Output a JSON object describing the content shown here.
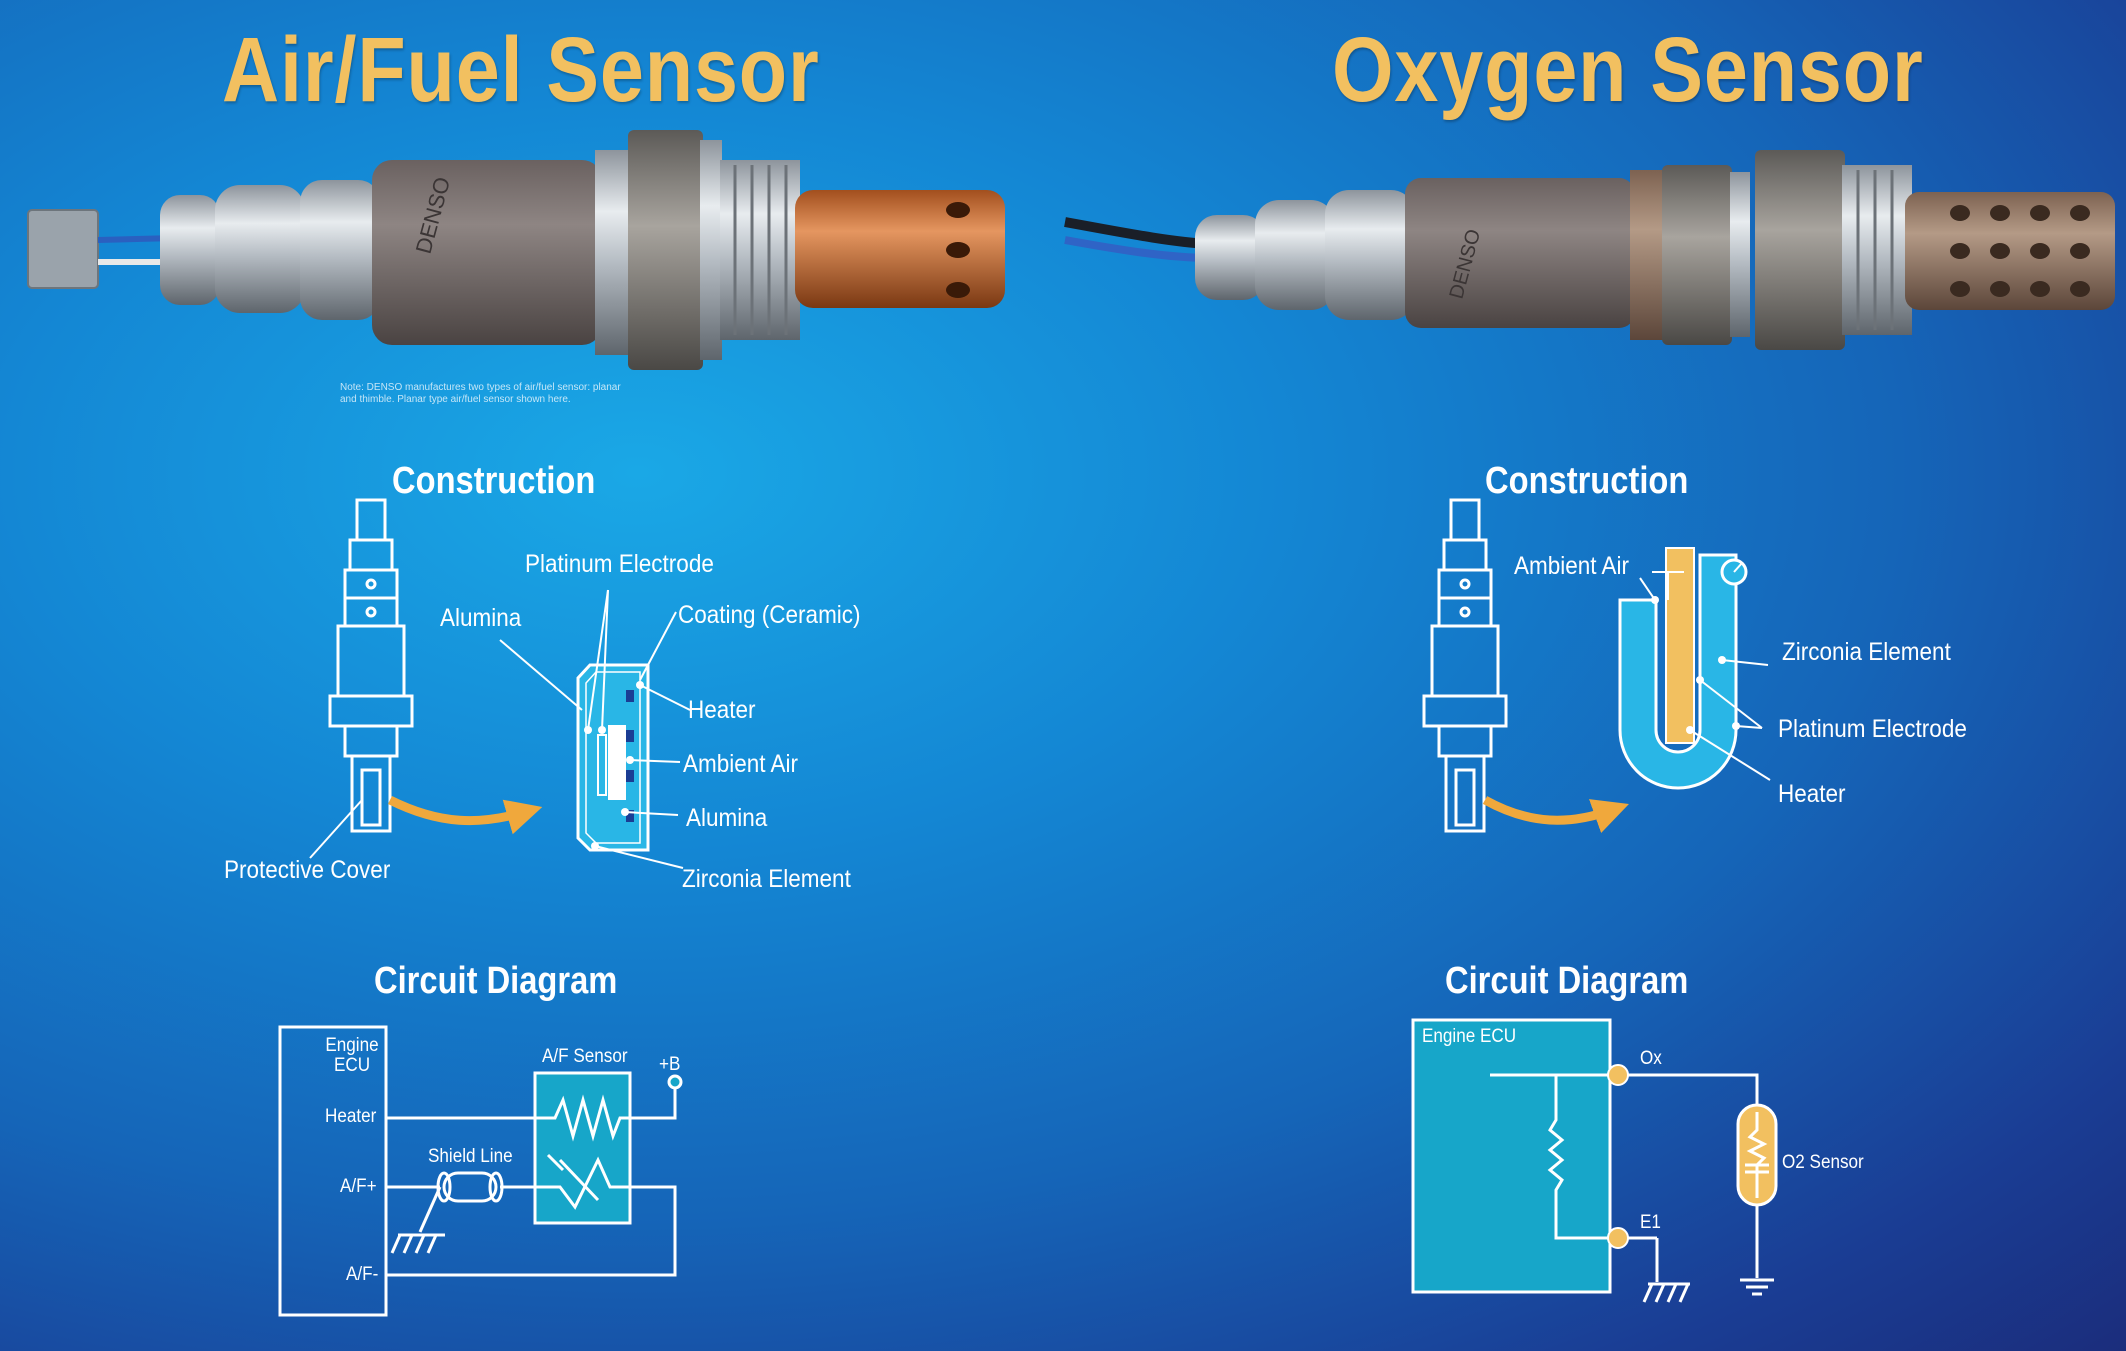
{
  "left": {
    "title": "Air/Fuel Sensor",
    "note": "Note: DENSO manufactures two types of air/fuel sensor: planar and thimble. Planar type air/fuel sensor shown here.",
    "construction": {
      "title": "Construction",
      "labels": {
        "platinum_electrode": "Platinum Electrode",
        "alumina_top": "Alumina",
        "coating": "Coating (Ceramic)",
        "heater": "Heater",
        "ambient_air": "Ambient Air",
        "alumina_bottom": "Alumina",
        "protective_cover": "Protective Cover",
        "zirconia_element": "Zirconia Element"
      }
    },
    "circuit": {
      "title": "Circuit Diagram",
      "labels": {
        "engine_ecu": "Engine ECU",
        "af_sensor": "A/F Sensor",
        "plus_b": "+B",
        "heater": "Heater",
        "shield_line": "Shield Line",
        "af_plus": "A/F+",
        "af_minus": "A/F-"
      }
    }
  },
  "right": {
    "title": "Oxygen Sensor",
    "construction": {
      "title": "Construction",
      "labels": {
        "ambient_air": "Ambient Air",
        "zirconia_element": "Zirconia Element",
        "platinum_electrode": "Platinum Electrode",
        "heater": "Heater"
      }
    },
    "circuit": {
      "title": "Circuit Diagram",
      "labels": {
        "engine_ecu": "Engine ECU",
        "ox": "Ox",
        "o2_sensor": "O2 Sensor",
        "e1": "E1"
      }
    }
  },
  "colors": {
    "title": "#f2c060",
    "orange_arrow": "#f0a83c",
    "element_fill": "#29b6e6",
    "ecu_fill": "#17a6c9",
    "sensor_fill": "#f2c060",
    "line": "#ffffff"
  }
}
